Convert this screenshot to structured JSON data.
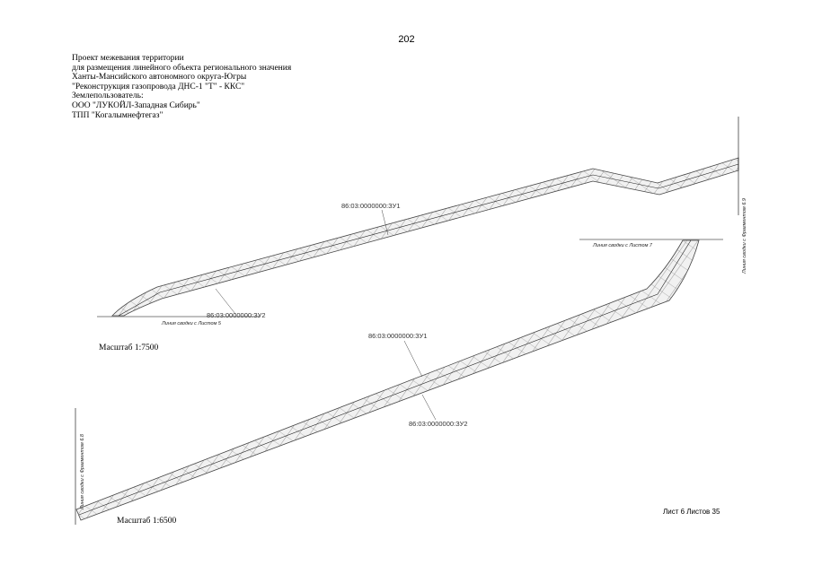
{
  "page_number": "202",
  "header_lines": [
    "Проект межевания территории",
    "для размещения линейного объекта регионального значения",
    "Ханты-Мансийского автономного округа-Югры",
    "\"Реконструкция газопровода ДНС-1 \"Т\" - ККС\"",
    "Землепользователь:",
    "ООО \"ЛУКОЙЛ-Западная Сибирь\"",
    "ТПП \"Когалымнефтегаз\""
  ],
  "scales": {
    "upper": "Масштаб 1:7500",
    "lower": "Масштаб 1:6500"
  },
  "parcel_labels": {
    "upper_zu1": "86:03:0000000:ЗУ1",
    "upper_zu2": "86:03:0000000:ЗУ2",
    "lower_zu1": "86:03:0000000:ЗУ1",
    "lower_zu2": "86:03:0000000:ЗУ2"
  },
  "match_lines": {
    "sheet5": "Линия сводки с Листом 5",
    "sheet7": "Линия сводки с Листом 7",
    "fragment_right": "Линия сводки с Фрагментом 6.9",
    "fragment_left": "Линия сводки с Фрагментом 6.8"
  },
  "sheet_info": "Лист 6 Листов 35"
}
